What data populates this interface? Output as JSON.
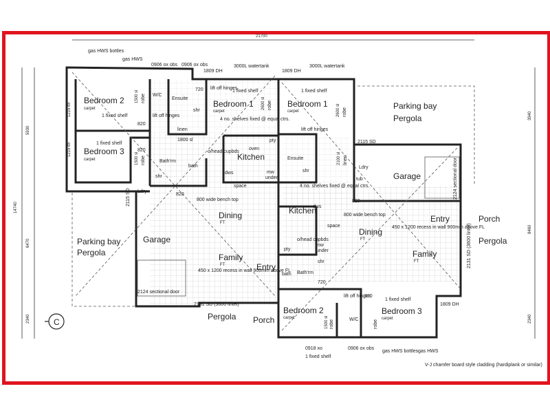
{
  "plan": {
    "overall_width": "21700",
    "frame_color": "#e0141e",
    "left_dims": [
      "5930",
      "14740",
      "6470",
      "2340",
      "1215 ox",
      "1215 ox"
    ],
    "right_dims": [
      "3940",
      "8460",
      "2340"
    ],
    "section_marker": "C",
    "unit_a": {
      "gas_hws_bottles": "gas HWS bottles",
      "gas_hws": "gas HWS",
      "window_top_1": "0906 ox obs",
      "window_top_2": "0906 ox obs",
      "dh_top": "1809 DH",
      "watertank": "3000L watertank",
      "bedroom2": "Bedroom 2",
      "bedroom3": "Bedroom 3",
      "bedroom1": "Bedroom 1",
      "carpet": "carpet",
      "wc": "W/C",
      "ensuite": "Ensuite",
      "linen": "linen",
      "bath_label": "Bath'rm",
      "bath": "bath",
      "shr": "shr",
      "robe": "robe",
      "fixed_shelf": "1 fixed shelf",
      "lift_off_hinges": "lift off hinges",
      "shelves_note": "4 no. shelves fixed @ equal ctrs.",
      "shelf_1500": "1500 sl",
      "shelf_2600": "2600 sl",
      "shelf_1800": "1800 sl",
      "d820": "820",
      "d720": "720",
      "kitchen": "Kitchen",
      "oven": "oven",
      "pty": "pty",
      "ohead": "o/head cupbds",
      "dws": "dws",
      "mw": "mw",
      "under": "under",
      "space": "space",
      "bench": "800 wide bench top",
      "dining": "Dining",
      "family": "Family",
      "ft": "FT",
      "recess": "450 x 1200 recess in wall 900mm above FL",
      "entry": "Entry",
      "garage": "Garage",
      "ldry": "Ldry",
      "sd_2115": "2115 SD",
      "parking": "Parking bay",
      "pergola": "Pergola",
      "sectional": "2124 sectional door",
      "sd_2131": "2131 SD (3600 lintel)",
      "porch": "Porch"
    },
    "unit_b": {
      "dh_top": "1809 DH",
      "watertank": "3000L watertank",
      "bedroom1": "Bedroom 1",
      "carpet": "carpet",
      "robe": "robe",
      "shelf_2600": "2600 sl",
      "fixed_shelf": "1 fixed shelf",
      "lift_off_hinges": "lift off hinges",
      "ensuite": "Ensuite",
      "shr": "shr",
      "linen": "linen",
      "shelf_2100": "2100 sl",
      "shelves_note": "4 no. shelves fixed @ equal ctrs.",
      "sd_2115": "2115 SD",
      "ldry": "Ldry",
      "tub": "tub",
      "garage": "Garage",
      "sectional": "2124 sectional door",
      "parking": "Parking bay",
      "pergola": "Pergola",
      "kitchen": "Kitchen",
      "dws": "dws",
      "bench": "800 wide bench top",
      "ohead": "o/head cupbds",
      "mw": "mw",
      "under": "under",
      "space": "space",
      "pty": "pty",
      "dining": "Dining",
      "family": "Family",
      "ft": "FT",
      "recess": "450 x 1200 recess in wall 900mm above FL",
      "entry": "Entry",
      "porch": "Porch",
      "sd_2131": "2131 SD (3600 lintel)",
      "bath_label": "Bath'rm",
      "bath": "bath",
      "bedroom2": "Bedroom 2",
      "bedroom3": "Bedroom 3",
      "wc": "W/C",
      "shelf_1500": "1500 sl",
      "dh_1809": "1809 DH",
      "d820": "820",
      "d720": "720",
      "win_0918": "0918 xo",
      "win_0906": "0906 ox obs",
      "gas_hws_bottles": "gas HWS bottles",
      "gas_hws": "gas HWS",
      "cladding": "V-J chamfer board style cladding (hardiplank or similar)"
    }
  }
}
